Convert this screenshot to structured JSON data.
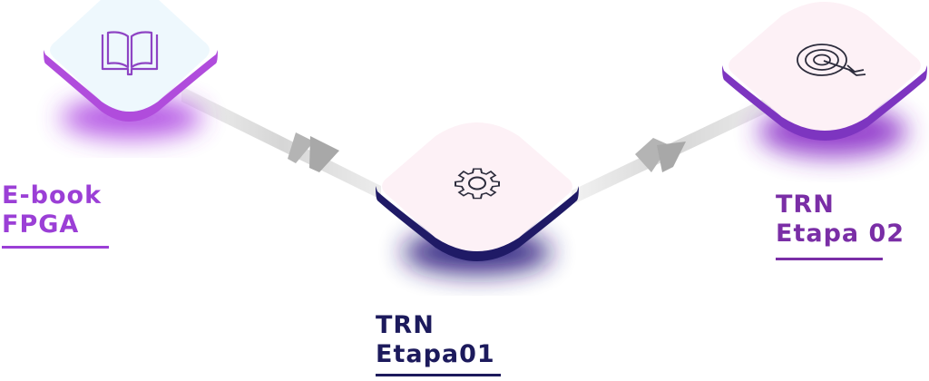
{
  "nodes": [
    {
      "id": "ebook",
      "icon": "book-icon",
      "label_lines": [
        "E-book",
        "FPGA"
      ]
    },
    {
      "id": "etapa01",
      "icon": "gear-icon",
      "label_lines": [
        "TRN",
        "Etapa01"
      ]
    },
    {
      "id": "etapa02",
      "icon": "target-icon",
      "label_lines": [
        "TRN",
        "Etapa 02"
      ]
    }
  ],
  "edges": [
    {
      "from": "ebook",
      "to": "etapa01"
    },
    {
      "from": "etapa01",
      "to": "etapa02"
    }
  ],
  "colors": {
    "ebook_card_top": "#eef8fd",
    "ebook_accent": "#9b3fd6",
    "ebook_shadow": "#a83be0",
    "etapa01_card_top": "#fdf1f6",
    "etapa01_accent": "#1c1a5c",
    "etapa01_shadow": "#25157a",
    "etapa02_card_top": "#fdf1f6",
    "etapa02_accent": "#7a2ea6",
    "etapa02_shadow": "#8a2fc8",
    "connector": "#dcdcdc",
    "arrow": "#b4b4b4",
    "icon_stroke_ebook": "#8e44c4",
    "icon_stroke_dark": "#2c2c3c"
  }
}
